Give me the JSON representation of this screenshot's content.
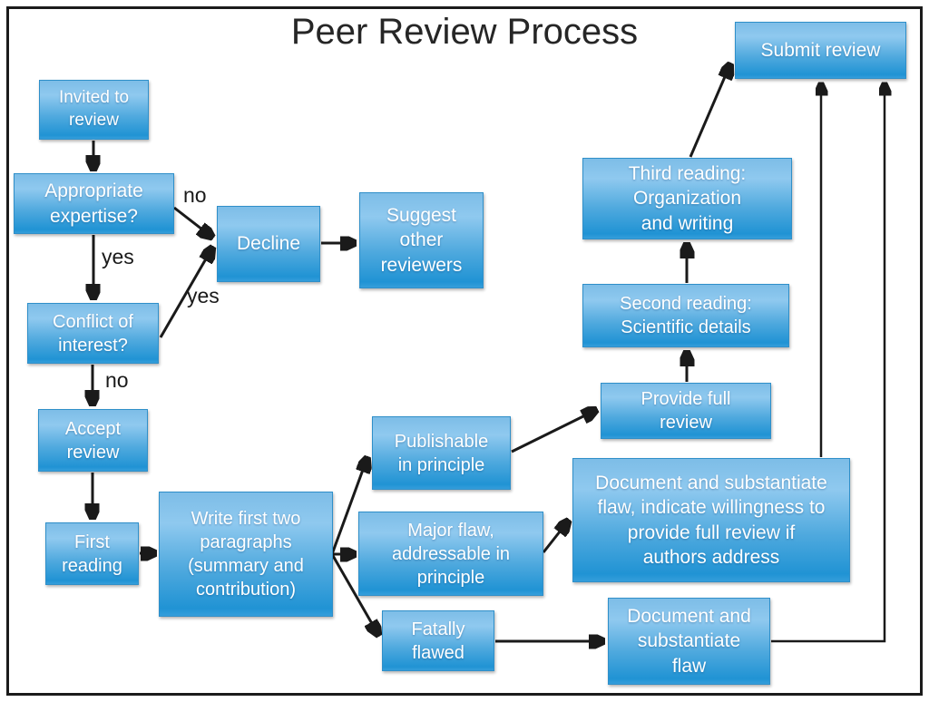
{
  "title": "Peer Review Process",
  "nodes": {
    "invited": {
      "label": "Invited to\nreview"
    },
    "expertise": {
      "label": "Appropriate\nexpertise?"
    },
    "decline": {
      "label": "Decline"
    },
    "suggest": {
      "label": "Suggest\nother\nreviewers"
    },
    "conflict": {
      "label": "Conflict of\ninterest?"
    },
    "accept": {
      "label": "Accept\nreview"
    },
    "first": {
      "label": "First\nreading"
    },
    "write": {
      "label": "Write first two\nparagraphs\n(summary and\ncontribution)"
    },
    "publishable": {
      "label": "Publishable\nin principle"
    },
    "majorflaw": {
      "label": "Major flaw,\naddressable in\nprinciple"
    },
    "fatally": {
      "label": "Fatally\nflawed"
    },
    "provide": {
      "label": "Provide full\nreview"
    },
    "second": {
      "label": "Second reading:\nScientific details"
    },
    "third": {
      "label": "Third reading:\nOrganization\nand writing"
    },
    "submit": {
      "label": "Submit review"
    },
    "doc_major": {
      "label": "Document and substantiate\nflaw, indicate willingness to\nprovide full review if\nauthors address"
    },
    "doc_fatal": {
      "label": "Document and\nsubstantiate\nflaw"
    }
  },
  "edge_labels": {
    "expertise_no": "no",
    "expertise_yes": "yes",
    "conflict_yes": "yes",
    "conflict_no": "no"
  },
  "colors": {
    "background": "#ffffff",
    "frame_border": "#1b1b1b",
    "title_text": "#262626",
    "node_text": "#ffffff",
    "node_border": "#2f8fc9",
    "node_gradient_top": "#7dbde7",
    "node_gradient_light": "#8fc9ef",
    "node_gradient_mid": "#4fa9de",
    "node_gradient_bottom": "#2093d4",
    "arrow": "#1a1a1a"
  }
}
